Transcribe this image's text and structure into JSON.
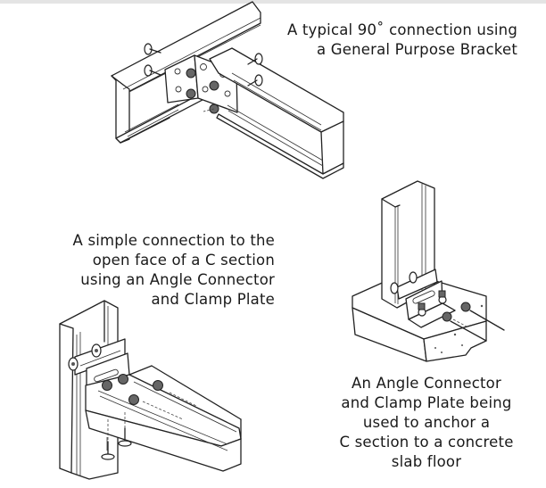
{
  "figure": {
    "panels": [
      {
        "id": "general-purpose-bracket",
        "caption": "A typical 90˚ connection using\na General Purpose Bracket"
      },
      {
        "id": "angle-connector-open-face",
        "caption": "A simple connection to the\nopen face of a C section\nusing an Angle Connector\nand Clamp Plate"
      },
      {
        "id": "concrete-slab-anchor",
        "caption": "An Angle Connector\nand Clamp Plate being\nused to anchor a\nC section to a concrete\nslab floor"
      }
    ]
  },
  "colors": {
    "background": "#ffffff",
    "line": "#222222",
    "text": "#1a1a1a",
    "top_strip": "#e4e4e4"
  }
}
